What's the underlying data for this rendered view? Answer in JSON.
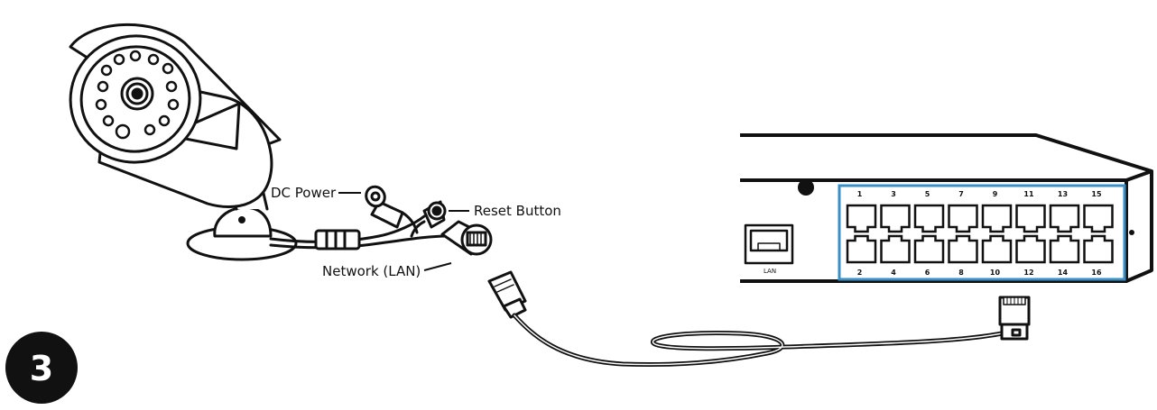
{
  "step": {
    "number": "3"
  },
  "camera": {
    "labels": {
      "dc_power": "DC Power",
      "reset_button": "Reset Button",
      "network": "Network (LAN)"
    }
  },
  "nvr": {
    "lan_label": "LAN",
    "ports_top": [
      "1",
      "3",
      "5",
      "7",
      "9",
      "11",
      "13",
      "15"
    ],
    "ports_bottom": [
      "2",
      "4",
      "6",
      "8",
      "10",
      "12",
      "14",
      "16"
    ],
    "highlight_color": "#3a8fc6"
  },
  "colors": {
    "ink": "#111111",
    "accent": "#3a8fc6"
  }
}
